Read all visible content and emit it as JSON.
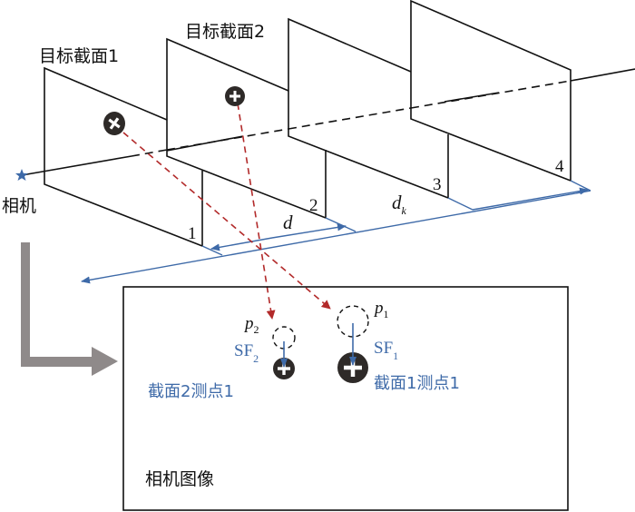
{
  "labels": {
    "section1_title": "目标截面1",
    "section2_title": "目标截面2",
    "camera": "相机",
    "camera_image": "相机图像",
    "plane_numbers": [
      "1",
      "2",
      "3",
      "4"
    ],
    "distance_d": "d",
    "distance_dk": "d",
    "distance_dk_sub": "k",
    "p1": "p",
    "p1_sub": "1",
    "p2": "p",
    "p2_sub": "2",
    "sf1": "SF",
    "sf1_sub": "1",
    "sf2": "SF",
    "sf2_sub": "2",
    "point_s1": "截面1测点1",
    "point_s2": "截面2测点1"
  },
  "colors": {
    "line": "#111111",
    "blue": "#3e6aa8",
    "red_dashed": "#b22a2a",
    "marker_fill": "#2e2a28",
    "gray_arrow": "#8f8a8a",
    "star": "#3e6aa8"
  }
}
